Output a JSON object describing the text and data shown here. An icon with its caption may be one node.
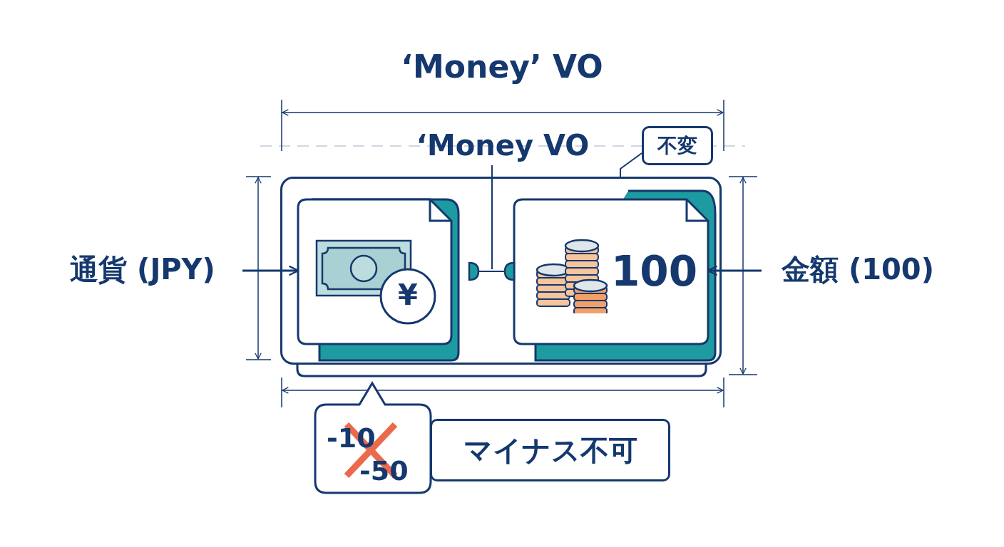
{
  "diagram": {
    "title": "‘Money’ VO",
    "nodes": [
      {
        "text": [],
        "shape": "box"
      },
      {
        "text": [],
        "shape": "box",
        "in": 0
      },
      {
        "text": [
          "100"
        ],
        "in": 0
      },
      {
        "text": [
          "通貨 (JPY)"
        ]
      },
      {
        "text": [
          "金額 (100)"
        ]
      },
      {
        "text": [
          "不変"
        ]
      },
      {
        "text": [
          "‘Money VO"
        ]
      },
      {
        "text": [
          "-10",
          "-50"
        ]
      },
      {
        "text": [
          "マイナス不可"
        ]
      }
    ],
    "edges": [
      {
        "from": 3,
        "to": 1,
        "arrow": "to"
      },
      {
        "from": 4,
        "to": 2,
        "arrow": "to"
      },
      {
        "from": 1,
        "to": 2,
        "arrow": "other"
      },
      {
        "from": 5,
        "to": 0,
        "arrow": "none"
      },
      {
        "from": 6,
        "to": null,
        "arrow": "none"
      }
    ],
    "labels": [
      "¥"
    ]
  }
}
